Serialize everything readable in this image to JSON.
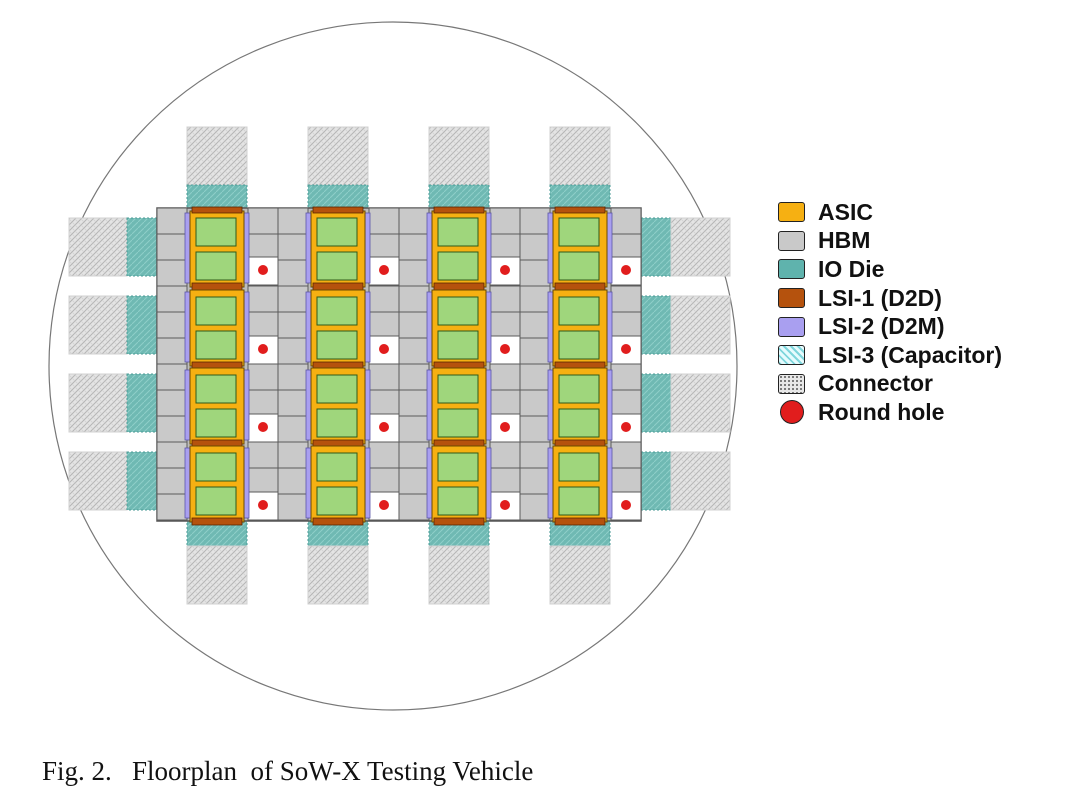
{
  "legend": [
    {
      "label": "ASIC",
      "color": "#f6b012",
      "style": "solid",
      "icon": "asic-swatch"
    },
    {
      "label": "HBM",
      "color": "#c9c9c9",
      "style": "solid",
      "icon": "hbm-swatch"
    },
    {
      "label": "IO Die",
      "color": "#5fb3ad",
      "style": "solid",
      "icon": "io-die-swatch"
    },
    {
      "label": "LSI-1 (D2D)",
      "color": "#b5520d",
      "style": "solid",
      "icon": "lsi-1-swatch"
    },
    {
      "label": "LSI-2 (D2M)",
      "color": "#a99ff0",
      "style": "solid",
      "icon": "lsi-2-swatch"
    },
    {
      "label": "LSI-3 (Capacitor)",
      "color": "#7fd6dc",
      "style": "hatch",
      "icon": "lsi-3-swatch"
    },
    {
      "label": "Connector",
      "color": "#9a9a9a",
      "style": "dots",
      "icon": "connector-swatch"
    },
    {
      "label": "Round hole",
      "color": "#e11d1d",
      "style": "circle",
      "icon": "round-hole-swatch"
    }
  ],
  "caption": "Fig. 2.   Floorplan  of SoW-X Testing Vehicle",
  "colors": {
    "asic": "#f6b012",
    "asic_inner": "#9fd67c",
    "hbm": "#c9c9c9",
    "io_die": "#5fb3ad",
    "lsi1": "#b5520d",
    "lsi2": "#a99ff0",
    "connector": "#dadada",
    "hole": "#e11d1d",
    "wafer_outline": "#777777"
  }
}
